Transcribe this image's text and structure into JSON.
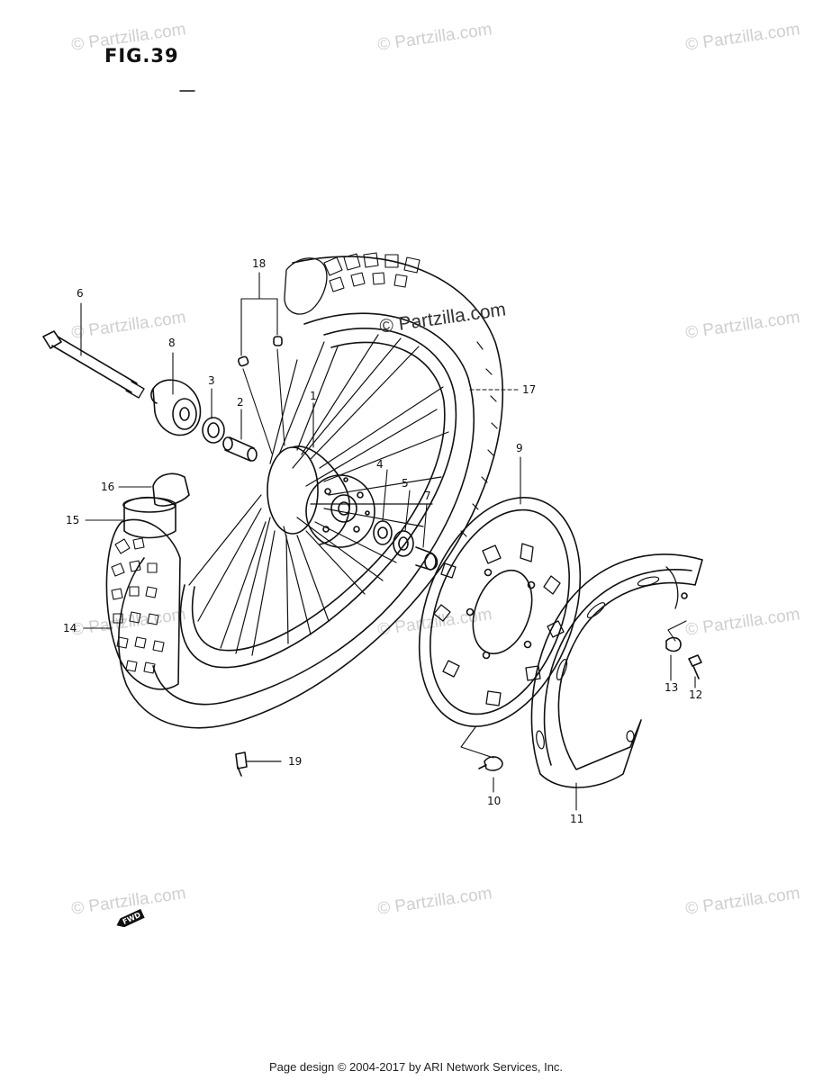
{
  "figure": {
    "title": "FIG.39"
  },
  "watermarks": {
    "text": "© Partzilla.com",
    "main_text": "© Partzilla.com"
  },
  "callouts": {
    "c1": "1",
    "c2": "2",
    "c3": "3",
    "c4": "4",
    "c5": "5",
    "c6": "6",
    "c7": "7",
    "c8": "8",
    "c9": "9",
    "c10": "10",
    "c11": "11",
    "c12": "12",
    "c13": "13",
    "c14": "14",
    "c15": "15",
    "c16": "16",
    "c17": "17",
    "c18": "18",
    "c19": "19"
  },
  "direction_badge": "FWD",
  "footer": "Page design © 2004-2017 by ARI Network Services, Inc."
}
